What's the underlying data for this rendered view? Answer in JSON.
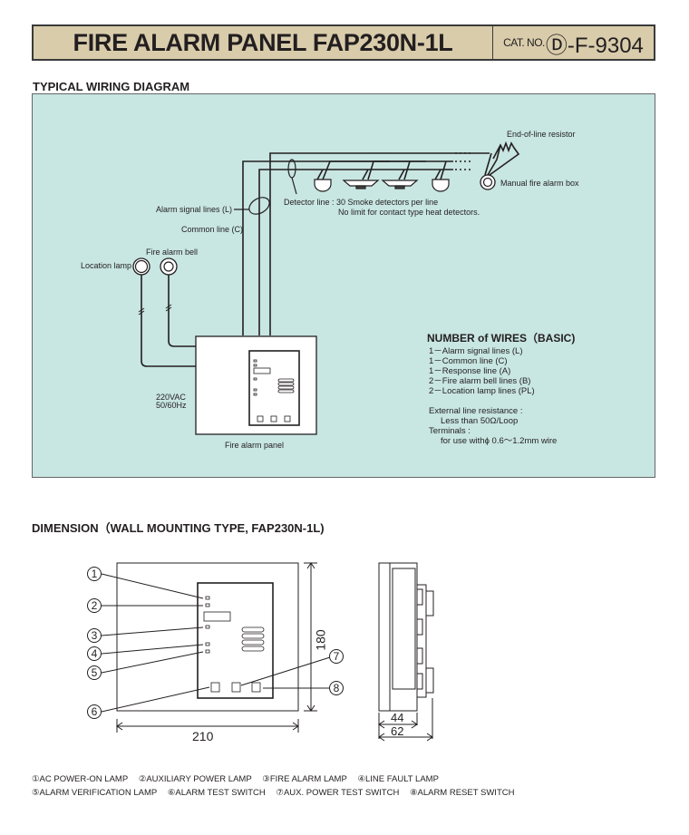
{
  "header": {
    "title": "FIRE ALARM PANEL FAP230N-1L",
    "cat_label": "CAT. NO.",
    "cat_code": "Ⓓ-F-9304"
  },
  "wiring": {
    "section_title": "TYPICAL WIRING DIAGRAM",
    "labels": {
      "end_of_line_resistor": "End-of-line resistor",
      "manual_fire_alarm_box": "Manual fire alarm box",
      "detector_line_1": "Detector line : 30 Smoke detectors per line",
      "detector_line_2": "No limit for contact type heat detectors.",
      "alarm_signal_lines": "Alarm signal lines (L)",
      "common_line": "Common line (C)",
      "fire_alarm_bell": "Fire alarm bell",
      "location_lamp": "Location lamp",
      "power_1": "220VAC",
      "power_2": "50/60Hz",
      "fire_alarm_panel": "Fire alarm panel"
    },
    "number_of_wires": {
      "title": "NUMBER of WIRES（BASIC)",
      "items": [
        "1－Alarm signal lines (L)",
        "1－Common line (C)",
        "1－Response line (A)",
        "2－Fire alarm bell lines (B)",
        "2－Location lamp lines (PL)"
      ],
      "resistance_label": "External line resistance :",
      "resistance_value": "Less than 50Ω/Loop",
      "terminals_label": "Terminals :",
      "terminals_value": "for use withϕ  0.6～1.2mm wire"
    }
  },
  "dimension": {
    "section_title": "DIMENSION（WALL MOUNTING TYPE, FAP230N-1L)",
    "width_mm": "210",
    "height_mm": "180",
    "depth_body_mm": "44",
    "depth_total_mm": "62",
    "callouts": [
      "1",
      "2",
      "3",
      "4",
      "5",
      "6",
      "7",
      "8"
    ],
    "legend_row1": [
      "①AC POWER-ON LAMP",
      "②AUXILIARY POWER LAMP",
      "③FIRE ALARM LAMP",
      "④LINE FAULT LAMP"
    ],
    "legend_row2": [
      "⑤ALARM VERIFICATION LAMP",
      "⑥ALARM TEST SWITCH",
      "⑦AUX. POWER TEST SWITCH",
      "⑧ALARM RESET SWITCH"
    ]
  }
}
